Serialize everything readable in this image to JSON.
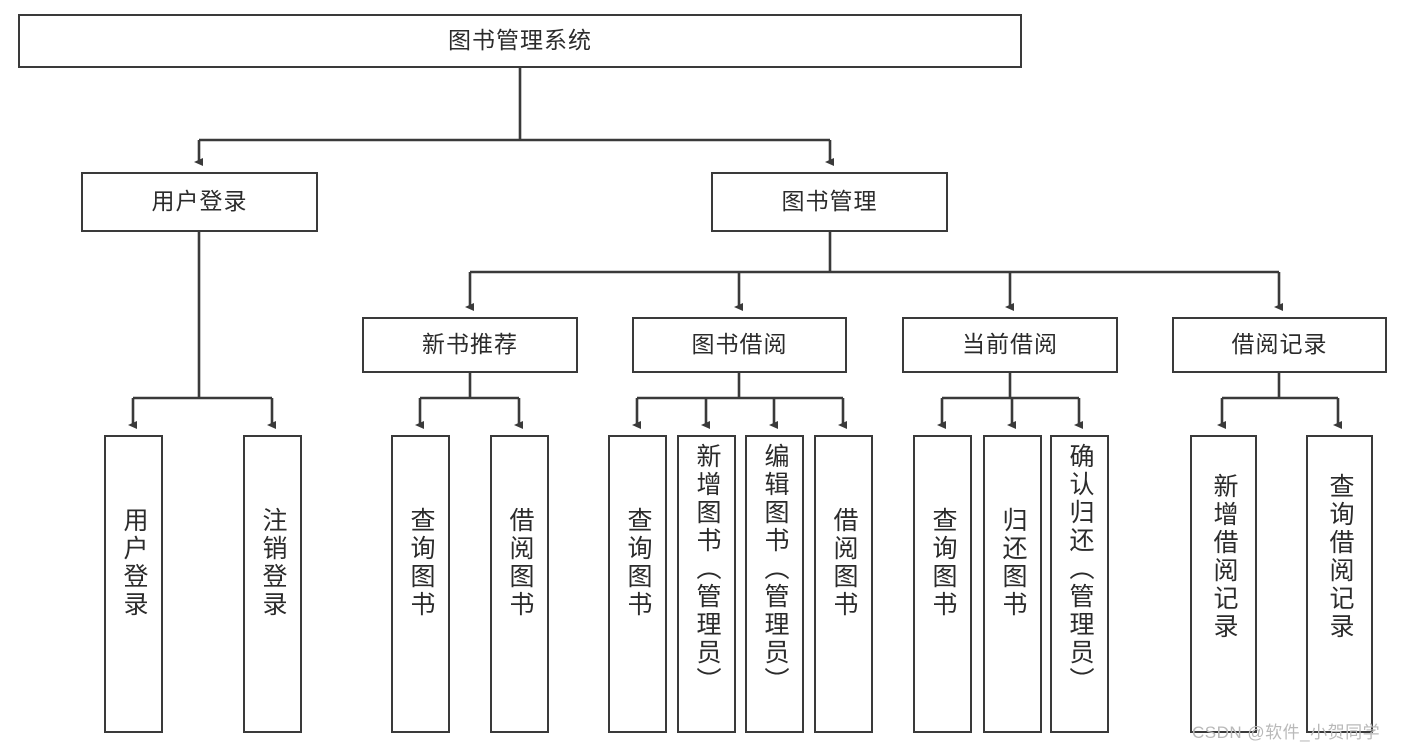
{
  "diagram": {
    "title": "图书管理系统",
    "type": "hierarchy-tree",
    "watermark": "CSDN @软件_小贺同学",
    "colors": {
      "box_border": "#3a3a3a",
      "box_fill": "#ffffff",
      "edge": "#3a3a3a",
      "text": "#2b2b2b",
      "watermark": "#b9b9b9",
      "background": "#ffffff"
    },
    "nodes": {
      "root": {
        "label": "图书管理系统"
      },
      "level2": [
        {
          "label": "用户登录"
        },
        {
          "label": "图书管理"
        }
      ],
      "level3": [
        {
          "label": "新书推荐"
        },
        {
          "label": "图书借阅"
        },
        {
          "label": "当前借阅"
        },
        {
          "label": "借阅记录"
        }
      ],
      "leaves": {
        "user_login": [
          {
            "label": "用户登录"
          },
          {
            "label": "注销登录"
          }
        ],
        "new_book": [
          {
            "label": "查询图书"
          },
          {
            "label": "借阅图书"
          }
        ],
        "book_borrow": [
          {
            "label": "查询图书"
          },
          {
            "label": "新增图书（管理员）"
          },
          {
            "label": "编辑图书（管理员）"
          },
          {
            "label": "借阅图书"
          }
        ],
        "current_borrow": [
          {
            "label": "查询图书"
          },
          {
            "label": "归还图书"
          },
          {
            "label": "确认归还（管理员）"
          }
        ],
        "borrow_record": [
          {
            "label": "新增借阅记录"
          },
          {
            "label": "查询借阅记录"
          }
        ]
      }
    }
  }
}
